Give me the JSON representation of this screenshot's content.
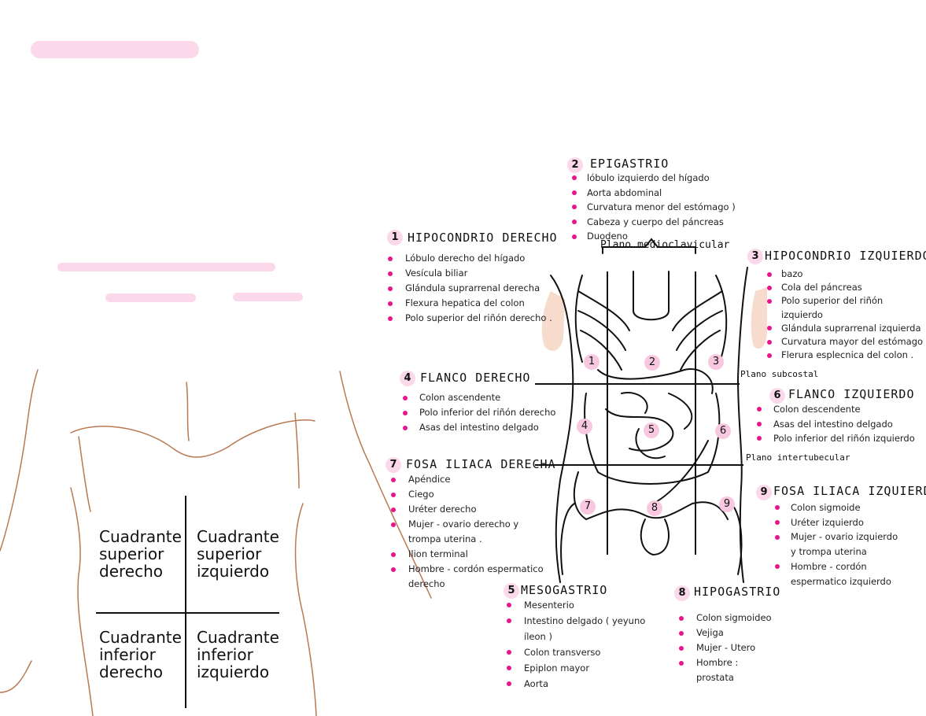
{
  "colors": {
    "highlight": "#fbd9ea",
    "bullet": "#e8158c",
    "body_outline": "#b87a52",
    "skin": "#f7dccd"
  },
  "quadrants": [
    "Cuadrante\nsuperior\nderecho",
    "Cuadrante\nsuperior\nizquierdo",
    "Cuadrante\ninferior\nderecho",
    "Cuadrante\ninferior\nizquierdo"
  ],
  "planes": {
    "medioclavicular": "Plano medioclavicular",
    "subcostal": "Plano subcostal",
    "intertubecular": "Plano intertubecular"
  },
  "regions": [
    {
      "num": "1",
      "title": "HIPOCONDRIO DERECHO",
      "items": [
        "Lóbulo derecho del hígado",
        "Vesícula biliar",
        "Glándula suprarrenal derecha",
        "Flexura hepatica del colon",
        "Polo superior del riñón derecho ."
      ]
    },
    {
      "num": "2",
      "title": "EPIGASTRIO",
      "items": [
        "lóbulo izquierdo del hígado",
        "Aorta abdominal",
        "Curvatura menor del estómago )",
        "Cabeza y cuerpo del páncreas",
        "Duodeno"
      ]
    },
    {
      "num": "3",
      "title": "HIPOCONDRIO IZQUIERDO",
      "items": [
        "bazo",
        "Cola del páncreas",
        "Polo superior del riñón izquierdo",
        "Glándula suprarrenal izquierda",
        "Curvatura mayor del estómago",
        "Flerura esplecnica del colon ."
      ]
    },
    {
      "num": "4",
      "title": "FLANCO DERECHO",
      "items": [
        "Colon ascendente",
        "Polo inferior del riñón derecho",
        "Asas del intestino delgado"
      ]
    },
    {
      "num": "5",
      "title": "MESOGASTRIO",
      "items": [
        "Mesenterio",
        "Intestino delgado ( yeyuno\níleon )",
        "Colon transverso",
        "Epiplon mayor",
        "Aorta"
      ]
    },
    {
      "num": "6",
      "title": "FLANCO IZQUIERDO",
      "items": [
        "Colon descendente",
        "Asas del intestino delgado",
        "Polo inferior del riñón izquierdo"
      ]
    },
    {
      "num": "7",
      "title": "FOSA ILIACA DERECHA",
      "items": [
        "Apéndice",
        "Ciego",
        "Uréter derecho",
        "Mujer - ovario derecho y\ntrompa uterina .",
        "Ilion terminal",
        "Hombre - cordón espermatico\nderecho"
      ]
    },
    {
      "num": "8",
      "title": "HIPOGASTRIO",
      "items": [
        "Colon sigmoideo",
        "Vejiga",
        "Mujer - Utero",
        "Hombre :\nprostata"
      ]
    },
    {
      "num": "9",
      "title": "FOSA ILIACA IZQUIERDA",
      "items": [
        "Colon sigmoide",
        "Uréter izquierdo",
        "Mujer - ovario izquierdo\ny trompa uterina",
        "Hombre - cordón\nespermatico izquierdo"
      ]
    }
  ],
  "diagram_labels": [
    "1",
    "2",
    "3",
    "4",
    "5",
    "6",
    "7",
    "8",
    "9"
  ]
}
